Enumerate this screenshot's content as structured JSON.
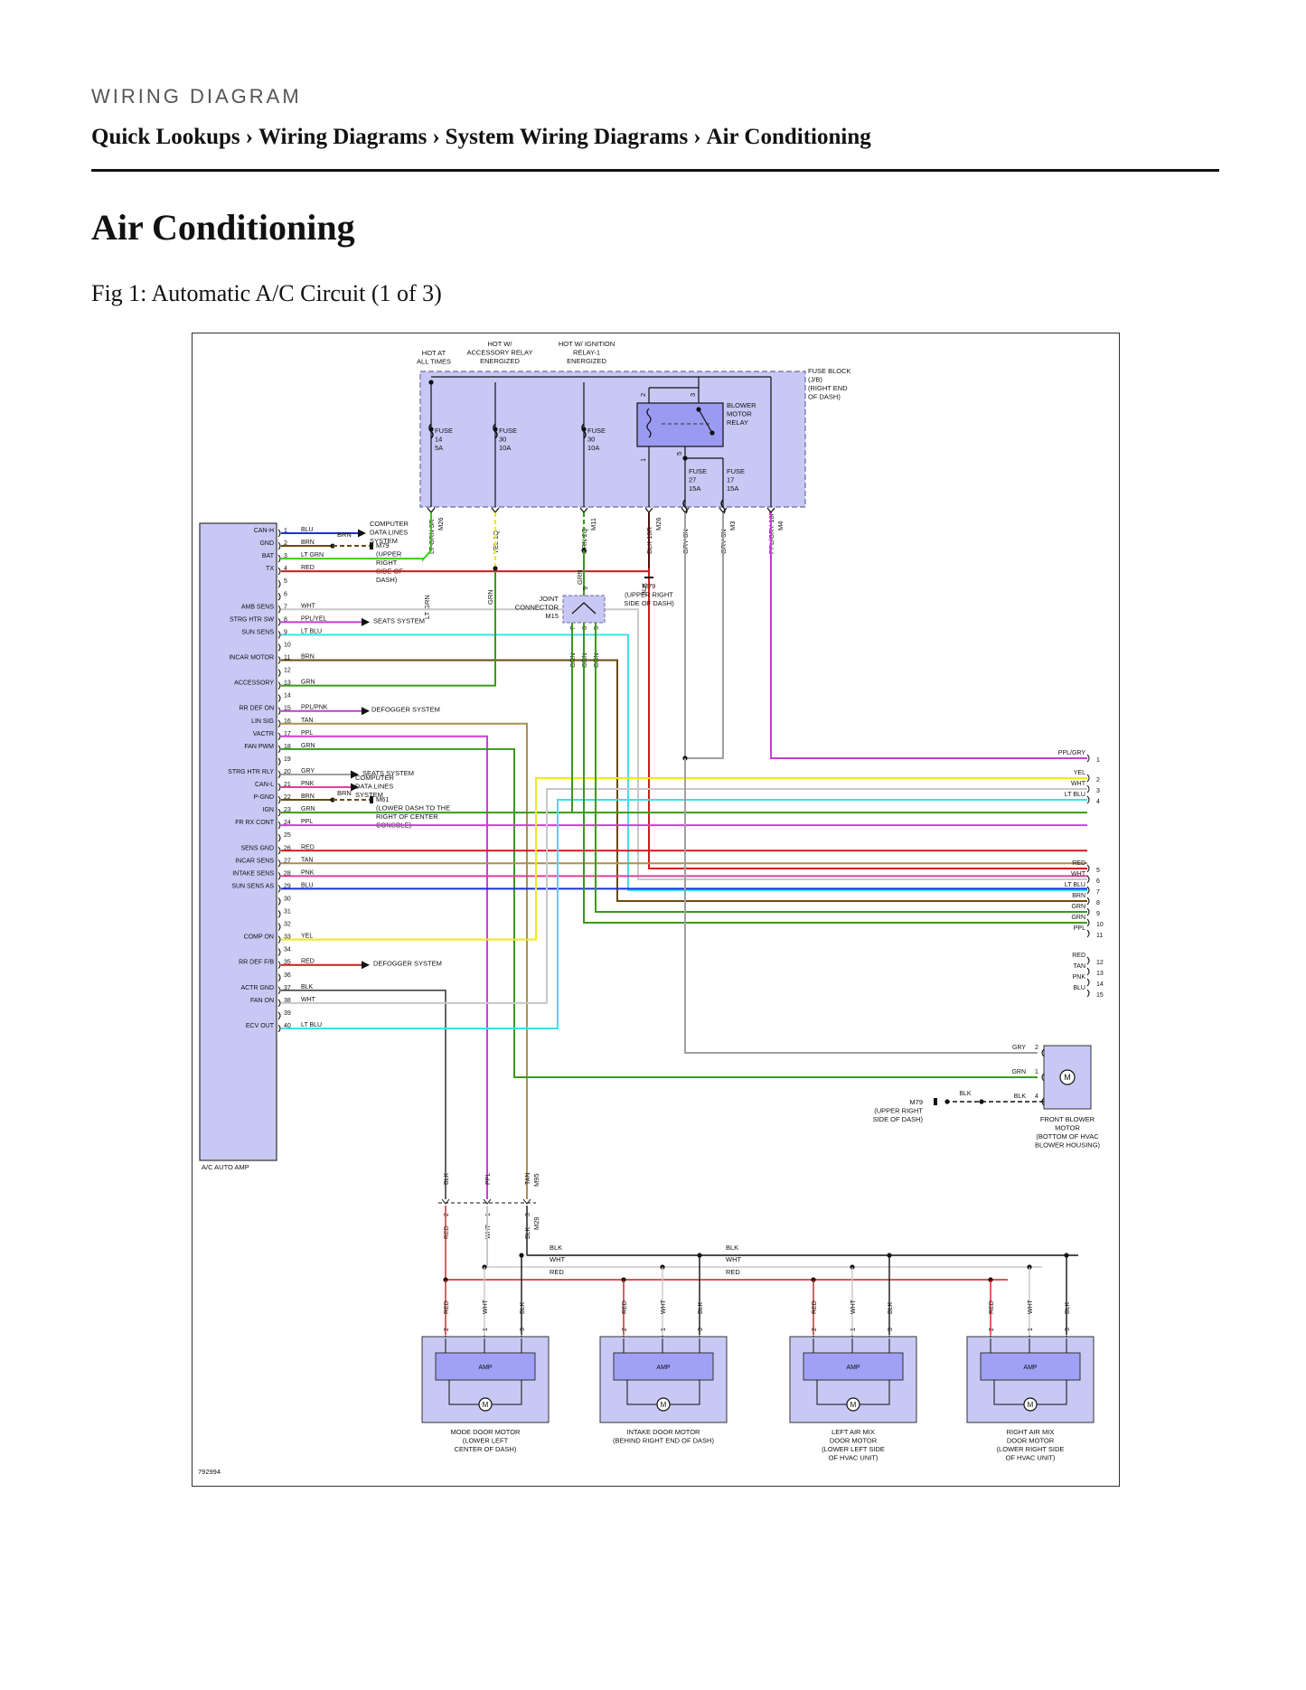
{
  "header": {
    "section_label": "WIRING DIAGRAM",
    "breadcrumb": [
      "Quick Lookups",
      "Wiring Diagrams",
      "System Wiring Diagrams",
      "Air Conditioning"
    ],
    "separator": "›"
  },
  "page": {
    "title": "Air Conditioning",
    "figure_caption": "Fig 1: Automatic A/C Circuit (1 of 3)"
  },
  "diagram": {
    "figure_id": "792994",
    "power_sources": {
      "hot_at_all_times": [
        "HOT AT",
        "ALL TIMES"
      ],
      "hot_accessory": [
        "HOT W/",
        "ACCESSORY RELAY",
        "ENERGIZED"
      ],
      "hot_ignition": [
        "HOT W/ IGNITION",
        "RELAY-1",
        "ENERGIZED"
      ]
    },
    "fuse_block": [
      "FUSE BLOCK",
      "(J/B)",
      "(RIGHT END",
      "OF DASH)"
    ],
    "fuses": [
      {
        "lines": [
          "FUSE",
          "14",
          "5A"
        ]
      },
      {
        "lines": [
          "FUSE",
          "30",
          "10A"
        ]
      },
      {
        "lines": [
          "FUSE",
          "30",
          "10A"
        ]
      },
      {
        "lines": [
          "FUSE",
          "27",
          "15A"
        ]
      },
      {
        "lines": [
          "FUSE",
          "17",
          "15A"
        ]
      }
    ],
    "blower_relay": [
      "BLOWER",
      "MOTOR",
      "RELAY"
    ],
    "relay_pins": [
      "2",
      "3",
      "1",
      "5"
    ],
    "jb_connectors": [
      {
        "wire": "LT GRN",
        "pin": "3R",
        "conn": "M26"
      },
      {
        "wire": "YEL",
        "pin": "1Q",
        "conn": ""
      },
      {
        "wire": "GRN",
        "pin": "2Q",
        "conn": "M11"
      },
      {
        "wire": "BLK",
        "pin": "13R",
        "conn": "M26"
      },
      {
        "wire": "GRY",
        "pin": "8N",
        "conn": ""
      },
      {
        "wire": "GRY",
        "pin": "3N",
        "conn": "M3"
      },
      {
        "wire": "PPL/GRY",
        "pin": "16P",
        "conn": "M4"
      }
    ],
    "vertical_wire_labels": {
      "lt_grn_lower": "LT GRN",
      "grn_left": "GRN",
      "grn_center": "GRN",
      "blk_ground": "BLK",
      "jc_outputs": [
        "GRN",
        "GRN",
        "GRN"
      ],
      "jc_in_pin": "9",
      "jc_out_pins": [
        "7",
        "6",
        "5"
      ]
    },
    "joint_connector": [
      "JOINT",
      "CONNECTOR",
      "M15"
    ],
    "ground_m79_top": [
      "M79",
      "(UPPER RIGHT",
      "SIDE OF DASH)"
    ],
    "module": {
      "name": "A/C AUTO AMP",
      "pins": [
        {
          "n": "1",
          "fn": "CAN-H",
          "wire": "BLU"
        },
        {
          "n": "2",
          "fn": "GND",
          "wire": "BRN"
        },
        {
          "n": "3",
          "fn": "BAT",
          "wire": "LT GRN"
        },
        {
          "n": "4",
          "fn": "TX",
          "wire": "RED"
        },
        {
          "n": "5",
          "fn": "",
          "wire": ""
        },
        {
          "n": "6",
          "fn": "",
          "wire": ""
        },
        {
          "n": "7",
          "fn": "AMB SENS",
          "wire": "WHT"
        },
        {
          "n": "8",
          "fn": "STRG HTR SW",
          "wire": "PPL/YEL"
        },
        {
          "n": "9",
          "fn": "SUN SENS",
          "wire": "LT BLU"
        },
        {
          "n": "10",
          "fn": "",
          "wire": ""
        },
        {
          "n": "11",
          "fn": "INCAR MOTOR",
          "wire": "BRN"
        },
        {
          "n": "12",
          "fn": "",
          "wire": ""
        },
        {
          "n": "13",
          "fn": "ACCESSORY",
          "wire": "GRN"
        },
        {
          "n": "14",
          "fn": "",
          "wire": ""
        },
        {
          "n": "15",
          "fn": "RR DEF ON",
          "wire": "PPL/PNK"
        },
        {
          "n": "16",
          "fn": "LIN SIG",
          "wire": "TAN"
        },
        {
          "n": "17",
          "fn": "VACTR",
          "wire": "PPL"
        },
        {
          "n": "18",
          "fn": "FAN PWM",
          "wire": "GRN"
        },
        {
          "n": "19",
          "fn": "",
          "wire": ""
        },
        {
          "n": "20",
          "fn": "STRG HTR RLY",
          "wire": "GRY"
        },
        {
          "n": "21",
          "fn": "CAN-L",
          "wire": "PNK"
        },
        {
          "n": "22",
          "fn": "P-GND",
          "wire": "BRN"
        },
        {
          "n": "23",
          "fn": "IGN",
          "wire": "GRN"
        },
        {
          "n": "24",
          "fn": "FR RX CONT",
          "wire": "PPL"
        },
        {
          "n": "25",
          "fn": "",
          "wire": ""
        },
        {
          "n": "26",
          "fn": "SENS GND",
          "wire": "RED"
        },
        {
          "n": "27",
          "fn": "INCAR SENS",
          "wire": "TAN"
        },
        {
          "n": "28",
          "fn": "INTAKE SENS",
          "wire": "PNK"
        },
        {
          "n": "29",
          "fn": "SUN SENS AS",
          "wire": "BLU"
        },
        {
          "n": "30",
          "fn": "",
          "wire": ""
        },
        {
          "n": "31",
          "fn": "",
          "wire": ""
        },
        {
          "n": "32",
          "fn": "",
          "wire": ""
        },
        {
          "n": "33",
          "fn": "COMP ON",
          "wire": "YEL"
        },
        {
          "n": "34",
          "fn": "",
          "wire": ""
        },
        {
          "n": "35",
          "fn": "RR DEF F/B",
          "wire": "RED"
        },
        {
          "n": "36",
          "fn": "",
          "wire": ""
        },
        {
          "n": "37",
          "fn": "ACTR GND",
          "wire": "BLK"
        },
        {
          "n": "38",
          "fn": "FAN ON",
          "wire": "WHT"
        },
        {
          "n": "39",
          "fn": "",
          "wire": ""
        },
        {
          "n": "40",
          "fn": "ECV OUT",
          "wire": "LT BLU"
        }
      ]
    },
    "side_labels": {
      "computer_data_1": [
        "COMPUTER",
        "DATA LINES",
        "SYSTEM"
      ],
      "computer_data_2": [
        "COMPUTER",
        "DATA LINES",
        "SYSTEM"
      ],
      "gnd_brn": "BRN",
      "pgnd_brn": "BRN",
      "m79_upper": [
        "M79",
        "(UPPER",
        "RIGHT",
        "SIDE OF",
        "DASH)"
      ],
      "m61": [
        "M61",
        "(LOWER DASH TO THE",
        "RIGHT OF CENTER",
        "CONSOLE)"
      ],
      "seats_8": "SEATS SYSTEM",
      "seats_20": "SEATS SYSTEM",
      "defogger_15": "DEFOGGER SYSTEM",
      "defogger_35": "DEFOGGER SYSTEM"
    },
    "right_connector": [
      {
        "n": "1",
        "wire": "PPL/GRY"
      },
      {
        "n": "2",
        "wire": "YEL"
      },
      {
        "n": "3",
        "wire": "WHT"
      },
      {
        "n": "4",
        "wire": "LT BLU"
      },
      {
        "n": "5",
        "wire": "RED"
      },
      {
        "n": "6",
        "wire": "WHT"
      },
      {
        "n": "7",
        "wire": "LT BLU"
      },
      {
        "n": "8",
        "wire": "BRN"
      },
      {
        "n": "9",
        "wire": "GRN"
      },
      {
        "n": "10",
        "wire": "GRN"
      },
      {
        "n": "11",
        "wire": "PPL"
      },
      {
        "n": "12",
        "wire": "RED"
      },
      {
        "n": "13",
        "wire": "TAN"
      },
      {
        "n": "14",
        "wire": "PNK"
      },
      {
        "n": "15",
        "wire": "BLU"
      }
    ],
    "blower_motor": {
      "label": [
        "FRONT BLOWER",
        "MOTOR",
        "(BOTTOM OF HVAC",
        "BLOWER HOUSING)"
      ],
      "pins": [
        {
          "n": "2",
          "wire": "GRY"
        },
        {
          "n": "1",
          "wire": "GRN"
        },
        {
          "n": "4",
          "wire": "BLK"
        }
      ],
      "ground_wire": "BLK",
      "ground": [
        "M79",
        "(UPPER RIGHT",
        "SIDE OF DASH)"
      ]
    },
    "m29_connector": {
      "upper_wires": [
        "BLK",
        "PPL",
        "TAN"
      ],
      "conn_top": "M95",
      "lower_wires": [
        "RED",
        "WHT",
        "BLK"
      ],
      "pins": [
        "2",
        "1",
        "3"
      ],
      "conn_bottom": "M29"
    },
    "bus_labels": {
      "blk": "BLK",
      "wht": "WHT",
      "red": "RED"
    },
    "amp_label": "AMP",
    "motor_symbol": "M",
    "door_motors": [
      {
        "label": [
          "MODE DOOR MOTOR",
          "(LOWER LEFT",
          "CENTER OF DASH)"
        ],
        "wires": [
          "RED",
          "WHT",
          "BLK"
        ],
        "pins": [
          "2",
          "1",
          "3"
        ]
      },
      {
        "label": [
          "INTAKE DOOR MOTOR",
          "(BEHIND RIGHT END OF DASH)"
        ],
        "wires": [
          "RED",
          "WHT",
          "BLK"
        ],
        "pins": [
          "2",
          "1",
          "3"
        ]
      },
      {
        "label": [
          "LEFT AIR MIX",
          "DOOR MOTOR",
          "(LOWER LEFT SIDE",
          "OF HVAC UNIT)"
        ],
        "wires": [
          "RED",
          "WHT",
          "BLK"
        ],
        "pins": [
          "2",
          "1",
          "3"
        ]
      },
      {
        "label": [
          "RIGHT AIR MIX",
          "DOOR MOTOR",
          "(LOWER RIGHT SIDE",
          "OF HVAC UNIT)"
        ],
        "wires": [
          "RED",
          "WHT",
          "BLK"
        ],
        "pins": [
          "2",
          "1",
          "3"
        ]
      }
    ],
    "colors": {
      "BLU": "#1d2fd6",
      "BRN": "#6b4a12",
      "LT GRN": "#3ec81b",
      "RED": "#d11a1a",
      "WHT": "#c8c8c8",
      "PPL/YEL": "#c43fd0",
      "LT BLU": "#3fe0e8",
      "GRN": "#3a9a1a",
      "PPL/PNK": "#c73bd2",
      "TAN": "#a89052",
      "PPL": "#d23ae0",
      "GRY": "#a0a0a0",
      "PNK": "#e0409a",
      "YEL": "#f0e81a",
      "BLK": "#222222",
      "PPL/GRY": "#c23fcf",
      "module_fill": "#c8c8f5",
      "module_stroke": "#5a5ab8",
      "amp_fill": "#a0a0f5"
    }
  }
}
